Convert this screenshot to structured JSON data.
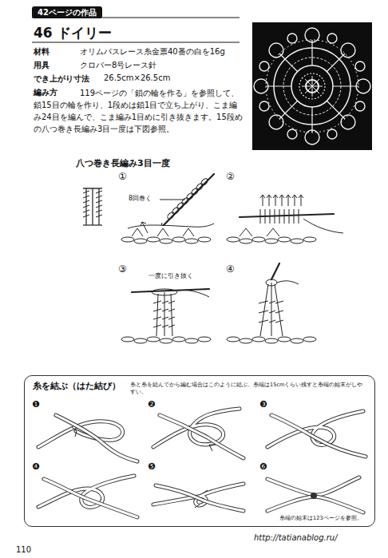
{
  "diagram": {
    "title": "46 ドイリー",
    "nodes": [
      {
        "text": [
          "42ページの作品"
        ]
      },
      {
        "text": [
          "糸を結ぶ（はた結び）",
          "糸と糸を結んでから編む場合はこのように結ぶ。糸端は15cmくらい残すと糸端の始末がしやすい。"
        ]
      }
    ],
    "labels": [
      "材料",
      "オリムパスレース糸金票40番の白を16g",
      "用具",
      "クロバー8号レース針",
      "でき上がり寸法",
      "26.5cm×26.5cm",
      "編み方",
      "119ページの「鎖の輪を作る」を参照して、鎖15目の輪を作り、1段めは鎖1目で立ち上がり、こま編み24目を編んで、こま編み1目めに引き抜きます。15段めの八つ巻き長編み3目一度は下図参照。",
      "八つ巻き長編み3目一度",
      "①",
      "②",
      "③",
      "④",
      "8回巻く",
      "一度に引き抜く",
      "❶",
      "❷",
      "❸",
      "❹",
      "❺",
      "❻",
      "糸端の始末は123ページを参照。",
      "http://tatianablog.ru/",
      "110"
    ]
  }
}
